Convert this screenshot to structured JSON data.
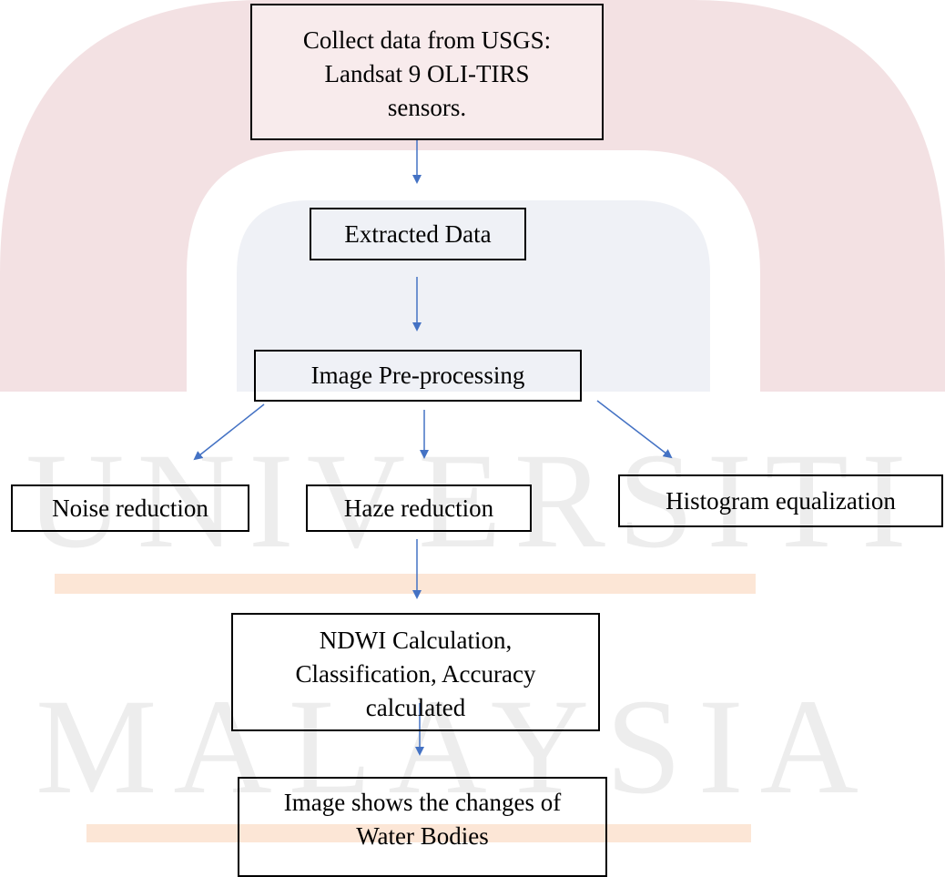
{
  "nodes": {
    "collect": "Collect data from USGS:\nLandsat 9 OLI-TIRS\nsensors.",
    "extracted": "Extracted Data",
    "preprocessing": "Image Pre-processing",
    "noise": "Noise reduction",
    "haze": "Haze reduction",
    "histogram": "Histogram equalization",
    "ndwi": "NDWI Calculation,\nClassification, Accuracy\ncalculated",
    "result": "Image shows the changes of\nWater Bodies"
  },
  "colors": {
    "arrow": "#4472C4",
    "box_border": "#000000",
    "text": "#000000",
    "collect_fill": "#FBF1F1",
    "watermark_red": "#E9C8CC",
    "watermark_blue": "#DCE0EB",
    "watermark_orange": "#FCE6D6",
    "watermark_gray": "#EDEDED"
  },
  "watermark": {
    "line1": "UNIVERSITI",
    "line2": "MALAYSIA"
  }
}
